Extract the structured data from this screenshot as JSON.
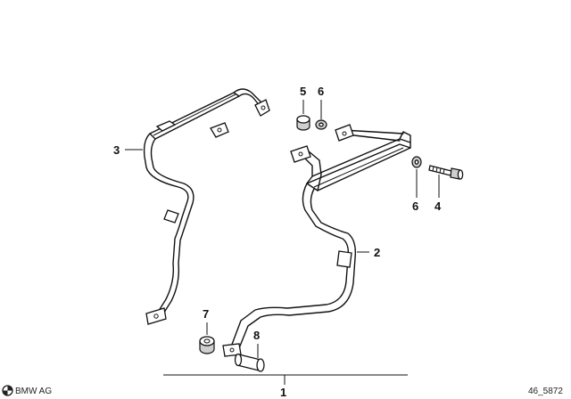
{
  "callouts": {
    "p1": "1",
    "p2": "2",
    "p3": "3",
    "p4": "4",
    "p5": "5",
    "p6_top": "6",
    "p6_bottom": "6",
    "p7": "7",
    "p8": "8"
  },
  "footer": {
    "brand": "BMW AG",
    "diagram_code": "46_5872"
  },
  "icons": {
    "logo": "bmw-roundel-icon"
  }
}
